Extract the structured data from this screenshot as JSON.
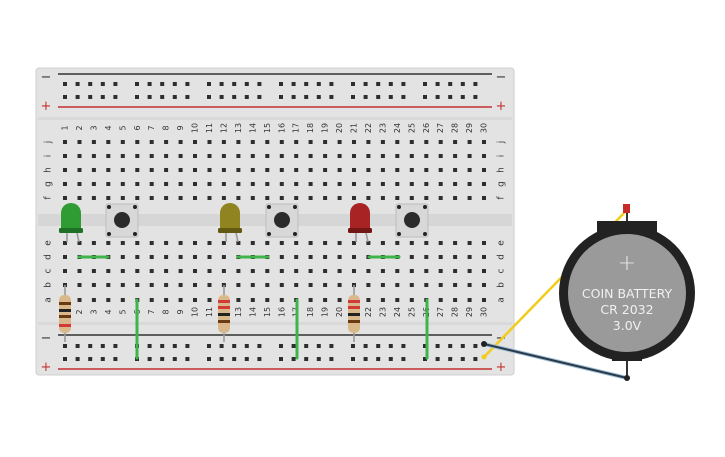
{
  "breadboard": {
    "column_labels": [
      "1",
      "2",
      "3",
      "4",
      "5",
      "6",
      "7",
      "8",
      "9",
      "10",
      "11",
      "12",
      "13",
      "14",
      "15",
      "16",
      "17",
      "18",
      "19",
      "20",
      "21",
      "22",
      "23",
      "24",
      "25",
      "26",
      "27",
      "28",
      "29",
      "30"
    ],
    "row_labels_top": [
      "j",
      "i",
      "h",
      "g",
      "f"
    ],
    "row_labels_bottom": [
      "e",
      "d",
      "c",
      "b",
      "a"
    ],
    "rail_minus_label": "−",
    "rail_plus_label": "+",
    "body_color": "#e5e5e5",
    "rail_red_color": "#d23a3a",
    "rail_black_color": "#333333"
  },
  "components": {
    "leds": [
      {
        "name": "led-green",
        "color": "#2e9b33",
        "dark": "#1f6f24"
      },
      {
        "name": "led-yellow",
        "color": "#8f8420",
        "dark": "#625a12"
      },
      {
        "name": "led-red",
        "color": "#a82424",
        "dark": "#721616"
      }
    ],
    "buttons": [
      "pushbutton-1",
      "pushbutton-2",
      "pushbutton-3"
    ],
    "resistors": [
      "resistor-1",
      "resistor-2",
      "resistor-3"
    ],
    "jumper_color": "#3fb44a"
  },
  "battery": {
    "line1": "COIN BATTERY",
    "line2": "CR 2032",
    "line3": "3.0V",
    "body_color": "#9a9a9a",
    "wire_positive_color": "#f2cc1a",
    "wire_negative_color": "#2a3a4a"
  }
}
